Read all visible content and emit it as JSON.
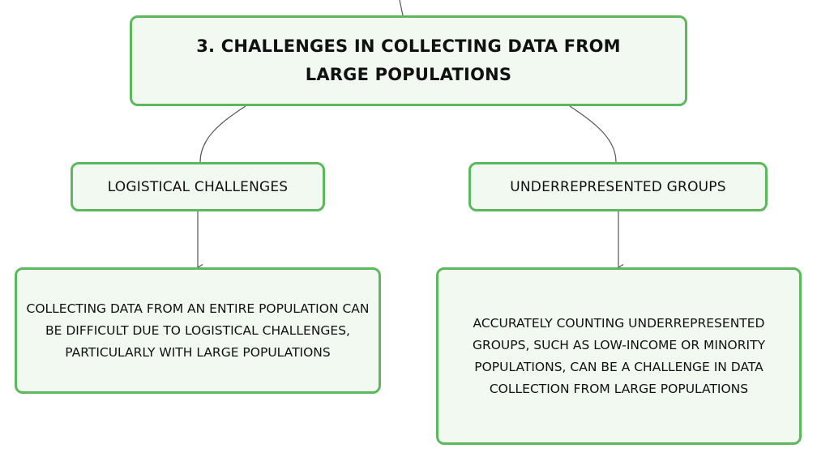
{
  "diagram": {
    "root": {
      "label": "3. CHALLENGES IN COLLECTING DATA FROM LARGE POPULATIONS"
    },
    "branches": [
      {
        "label": "LOGISTICAL CHALLENGES",
        "detail": "COLLECTING DATA FROM AN ENTIRE POPULATION CAN BE DIFFICULT DUE TO LOGISTICAL CHALLENGES, PARTICULARLY WITH LARGE POPULATIONS"
      },
      {
        "label": "UNDERREPRESENTED GROUPS",
        "detail": "ACCURATELY COUNTING UNDERREPRESENTED GROUPS, SUCH AS LOW-INCOME OR MINORITY POPULATIONS, CAN BE A CHALLENGE IN DATA COLLECTION FROM LARGE POPULATIONS"
      }
    ],
    "colors": {
      "node_border": "#5cb85c",
      "node_fill": "#f1f9f1",
      "connector": "#555555",
      "text": "#111111"
    }
  }
}
